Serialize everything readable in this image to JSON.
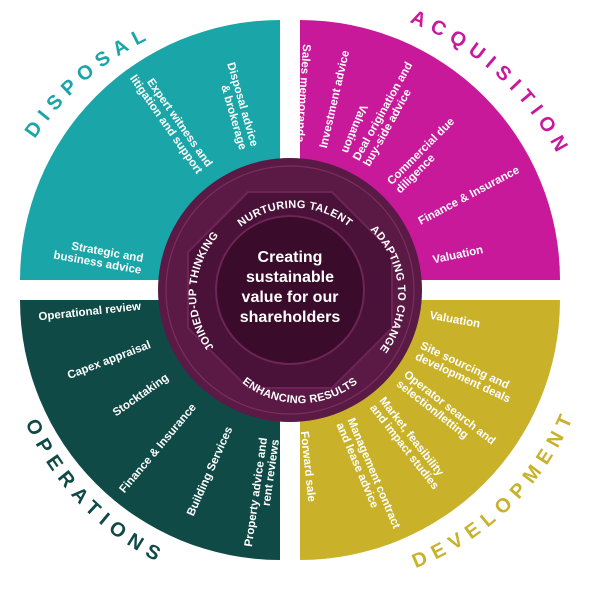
{
  "center": {
    "lines": [
      "Creating",
      "sustainable",
      "value for our",
      "shareholders"
    ]
  },
  "ring": {
    "top": "NURTURING TALENT",
    "right": "ADAPTING TO CHANGE",
    "bottom": "ENHANCING RESULTS",
    "left": "JOINED-UP THINKING"
  },
  "quadrants": [
    {
      "key": "disposal",
      "title": "DISPOSAL",
      "color": "#1aa5a8",
      "items": [
        [
          "Valuation"
        ],
        [
          "Sales memoranda"
        ],
        [
          "Disposal advice",
          "& brokerage"
        ],
        [
          "Expert witness and",
          "litigation and support"
        ]
      ]
    },
    {
      "key": "acquisition",
      "title": "ACQUISITION",
      "color": "#c8199b",
      "items": [
        [
          "Investment advice"
        ],
        [
          "Deal origination and",
          "buy-side advice"
        ],
        [
          "Commercial due",
          "diligence"
        ],
        [
          "Finance & Insurance"
        ],
        [
          "Valuation"
        ]
      ]
    },
    {
      "key": "development",
      "title": "DEVELOPMENT",
      "color": "#c9b22a",
      "items": [
        [
          "Valuation"
        ],
        [
          "Site sourcing and",
          "development deals"
        ],
        [
          "Operator search and",
          "selection/letting"
        ],
        [
          "Market, feasibility",
          "and impact studies"
        ],
        [
          "Management contract",
          "and lease advice"
        ],
        [
          "Forward sale"
        ]
      ]
    },
    {
      "key": "operations",
      "title": "OPERATIONS",
      "color": "#0f4a47",
      "items": [
        [
          "Strategic and",
          "business advice"
        ],
        [
          "Operational review"
        ],
        [
          "Capex appraisal"
        ],
        [
          "Stocktaking"
        ],
        [
          "Finance & Insurance"
        ],
        [
          "Building Services"
        ],
        [
          "Property advice and",
          "rent reviews"
        ]
      ]
    }
  ],
  "colors": {
    "ring": "#4a1238",
    "ring_outline": "#6e2455",
    "center": "#3a0b2b"
  }
}
